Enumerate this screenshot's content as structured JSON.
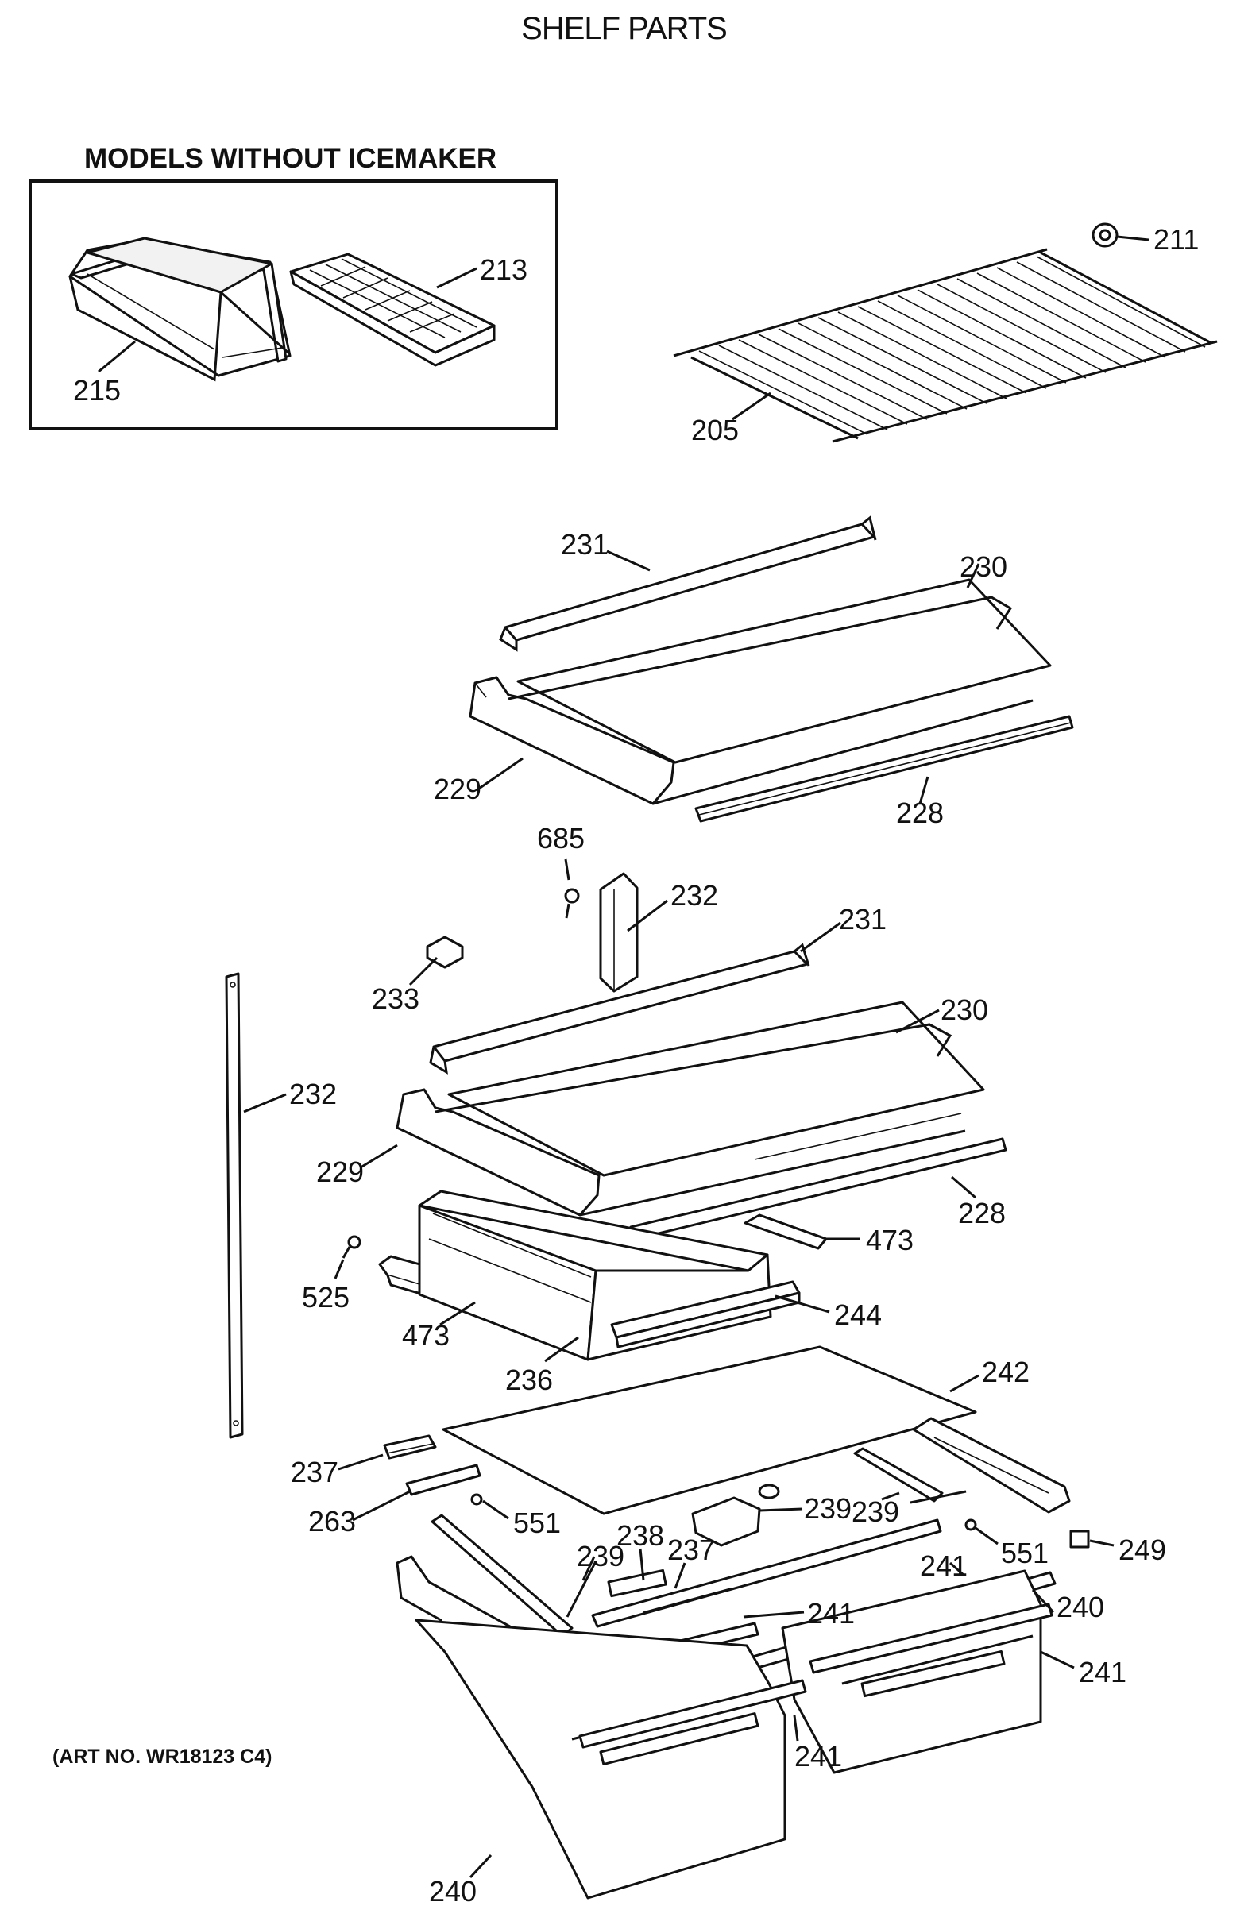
{
  "title": "SHELF PARTS",
  "inset_title": "MODELS WITHOUT ICEMAKER",
  "art_number": "(ART NO. WR18123 C4)",
  "callouts": {
    "c215": "215",
    "c213": "213",
    "c211": "211",
    "c205": "205",
    "c231a": "231",
    "c230a": "230",
    "c229a": "229",
    "c228a": "228",
    "c685": "685",
    "c232a": "232",
    "c231b": "231",
    "c233": "233",
    "c230b": "230",
    "c232b": "232",
    "c229b": "229",
    "c228b": "228",
    "c473a": "473",
    "c525": "525",
    "c244": "244",
    "c473b": "473",
    "c236": "236",
    "c242": "242",
    "c237a": "237",
    "c263": "263",
    "c551a": "551",
    "c239a": "239",
    "c239b": "239",
    "c238": "238",
    "c237b": "237",
    "c551b": "551",
    "c249": "249",
    "c241a": "241",
    "c241b": "241",
    "c240a": "240",
    "c241c": "241",
    "c241d": "241",
    "c240b": "240"
  }
}
